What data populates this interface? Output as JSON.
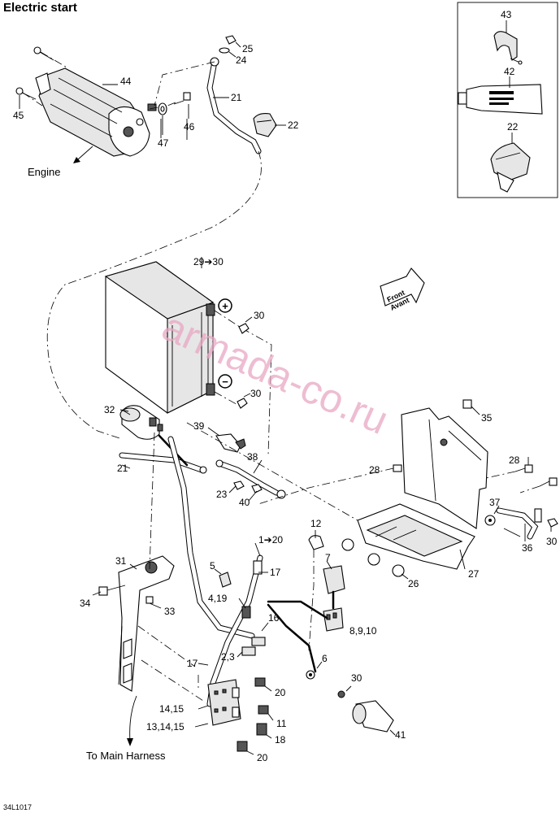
{
  "title": "Electric start",
  "callouts": {
    "c43": "43",
    "c42": "42",
    "c22a": "22",
    "c25": "25",
    "c24": "24",
    "c44": "44",
    "c21a": "21",
    "c45": "45",
    "c46": "46",
    "c47": "47",
    "c22b": "22",
    "c29": "29➔30",
    "c30a": "30",
    "c30b": "30",
    "c32": "32",
    "c39": "39",
    "c35": "35",
    "c21b": "21",
    "c38": "38",
    "c28a": "28",
    "c28b": "28",
    "c23": "23",
    "c40": "40",
    "c37": "37",
    "c12": "12",
    "c30c": "30",
    "c120": "1➔20",
    "c7": "7",
    "c26": "26",
    "c36": "36",
    "c27": "27",
    "c5": "5",
    "c17a": "17",
    "c31": "31",
    "c419": "4,19",
    "c34": "34",
    "c33": "33",
    "c16": "16",
    "c8910": "8,9,10",
    "c23b": "2,3",
    "c17b": "17",
    "c6": "6",
    "c30d": "30",
    "c20a": "20",
    "c1415": "14,15",
    "c131415": "13,14,15",
    "c11": "11",
    "c18": "18",
    "c41": "41",
    "c20b": "20"
  },
  "notes": {
    "engine": "Engine",
    "to_harness": "To Main Harness",
    "front": "Front",
    "avant": "Avant",
    "plus": "+",
    "minus": "−",
    "drawing_code": "34L1017"
  },
  "watermark": "armada-co.ru"
}
